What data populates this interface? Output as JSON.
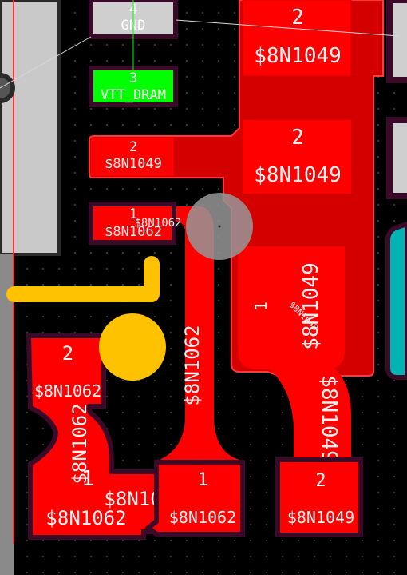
{
  "colors": {
    "background": "#000000",
    "copper_top": "#ff0000",
    "copper_fill": "#d40000",
    "pad_outline": "#3a0a28",
    "pad_gray": "#cfcfcf",
    "pad_green": "#00ff00",
    "track_yellow": "#ffc200",
    "teal": "#00b4b4",
    "ratsnest": "#d8d8d8",
    "board_outline": "#ff3333",
    "label_text": "#f0f0f0"
  },
  "pads": {
    "gnd": {
      "number": "4",
      "net": "GND"
    },
    "vtt": {
      "number": "3",
      "net": "VTT_DRAM"
    },
    "top_right": {
      "number": "2",
      "net": "$8N1049"
    },
    "mid_right": {
      "number": "2",
      "net": "$8N1049"
    },
    "mid_small_upper": {
      "number": "2",
      "net": "$8N1049"
    },
    "mid_small_lower": {
      "number": "1",
      "net": "$8N1062",
      "overlay_net": "$8N1062"
    },
    "big_right": {
      "number": "1",
      "net": "$8N1049",
      "overlay_net": "$8N1049"
    },
    "bottom_left_upper": {
      "number": "2",
      "net": "$8N1062"
    },
    "bottom_left_lower": {
      "number": "1",
      "net": "$8N1062",
      "overlay_net": "$8N1062"
    },
    "bottom_mid": {
      "number": "1",
      "net": "$8N1062"
    },
    "bottom_right": {
      "number": "2",
      "net": "$8N1049"
    }
  },
  "tracks": {
    "center_vertical_net": "$8N1062",
    "left_vertical_net": "$8N1062",
    "right_diagonal_net": "$8N1049"
  }
}
